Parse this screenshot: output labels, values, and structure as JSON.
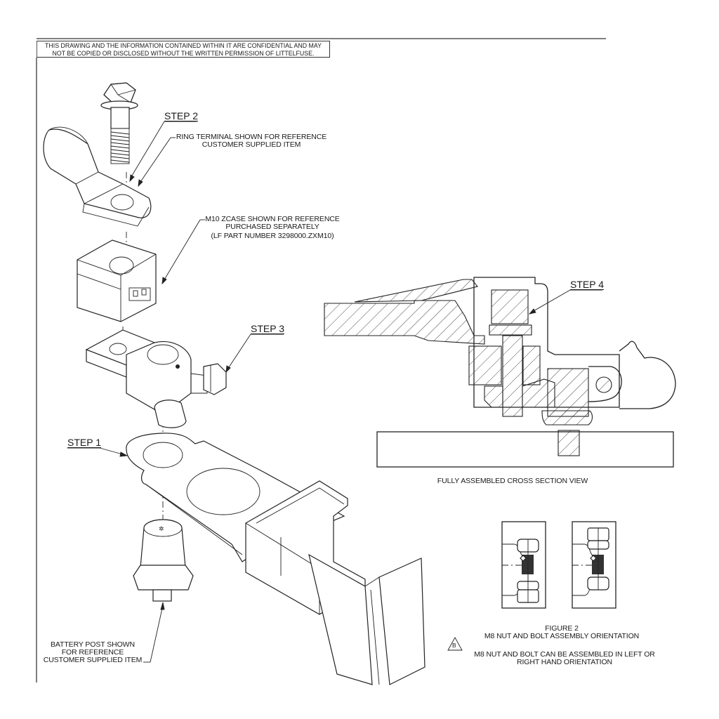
{
  "confidential_notice": {
    "line1": "THIS DRAWING AND THE INFORMATION CONTAINED WITHIN IT ARE CONFIDENTIAL AND MAY",
    "line2": "NOT BE COPIED OR DISCLOSED WITHOUT THE WRITTEN PERMISSION OF LITTELFUSE."
  },
  "steps": {
    "step1": "STEP 1",
    "step2": "STEP 2",
    "step3": "STEP 3",
    "step4": "STEP 4"
  },
  "callouts": {
    "ring_terminal": {
      "line1": "RING TERMINAL SHOWN FOR REFERENCE",
      "line2": "CUSTOMER SUPPLIED ITEM"
    },
    "zcase": {
      "line1": "M10 ZCASE SHOWN FOR REFERENCE",
      "line2": "PURCHASED SEPARATELY",
      "line3": "(LF PART NUMBER 3298000.ZXM10)"
    },
    "battery_post": {
      "line1": "BATTERY POST SHOWN",
      "line2": "FOR REFERENCE",
      "line3": "CUSTOMER SUPPLIED ITEM"
    }
  },
  "cross_section": {
    "caption": "FULLY ASSEMBLED CROSS SECTION VIEW"
  },
  "figure2": {
    "title": "FIGURE 2",
    "subtitle": "M8 NUT AND BOLT ASSEMBLY ORIENTATION",
    "revision_symbol": "B",
    "note_line1": "M8 NUT AND BOLT CAN BE ASSEMBLED IN LEFT OR",
    "note_line2": "RIGHT HAND ORIENTATION"
  }
}
